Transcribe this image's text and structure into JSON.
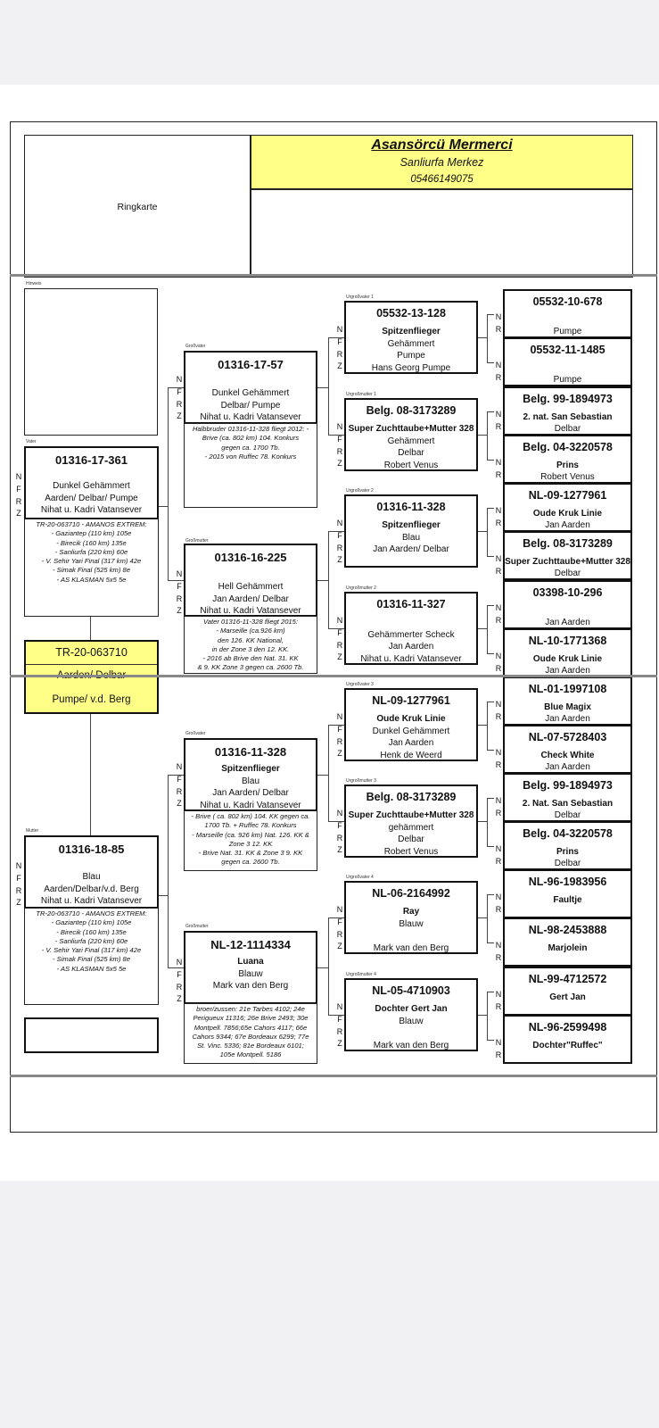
{
  "header": {
    "name": "Asansörcü Mermerci",
    "city": "Sanliurfa Merkez",
    "phone": "05466149075",
    "ringkarte": "Ringkarte"
  },
  "letters": {
    "n": "N",
    "f": "F",
    "r": "R",
    "z": "Z"
  },
  "tiny": {
    "hinweis": "Hinweis",
    "vater": "Vater",
    "mutter": "Mutter",
    "grossvater": "Großvater",
    "grossmutter": "Großmutter",
    "uv1": "Urgroßvater 1",
    "um1": "Urgroßmutter 1",
    "uv2": "Urgroßvater 2",
    "um2": "Urgroßmutter 2",
    "uv3": "Urgroßvater 3",
    "um3": "Urgroßmutter 3",
    "uv4": "Urgroßvater 4",
    "um4": "Urgroßmutter 4"
  },
  "bird": {
    "ring": "TR-20-063710",
    "line1": "Aarden/ Delbar",
    "line2": "Pumpe/ v.d. Berg"
  },
  "vater": {
    "ring": "01316-17-361",
    "lines": [
      "Dunkel Gehämmert",
      "Aarden/ Delbar/ Pumpe",
      "Nihat u. Kadri Vatansever"
    ],
    "notes": [
      "TR-20-063710 - AMANOS EXTREM:",
      "- Gaziantep (110 km) 105e",
      "- Birecik (160 km) 135e",
      "- Sanliurfa (220 km) 60e",
      "- V. Sehir Yari Final (317 km) 42e",
      "- Simak Final (525 km) 8e",
      "- AS KLASMAN 5x5 5e"
    ]
  },
  "mutter": {
    "ring": "01316-18-85",
    "lines": [
      "Blau",
      "Aarden/Delbar/v.d. Berg",
      "Nihat u. Kadri Vatansever"
    ],
    "notes": [
      "TR-20-063710 - AMANOS EXTREM:",
      "- Gaziantep (110 km) 105e",
      "- Birecik (160 km) 135e",
      "- Sanliurfa (220 km) 60e",
      "- V. Sehir Yari Final (317 km) 42e",
      "- Simak Final (525 km) 8e",
      "- AS KLASMAN 5x5 5e"
    ]
  },
  "gv1": {
    "ring": "01316-17-57",
    "lines": [
      "Dunkel Gehämmert",
      "Delbar/ Pumpe",
      "Nihat u. Kadri Vatansever"
    ],
    "notes": [
      "Halbbruder 01316-11-328 fliegt 2012: -",
      "Brive (ca. 802 km) 104. Konkurs",
      "gegen ca. 1700 Tb.",
      "- 2015 von Ruffec 78. Konkurs"
    ]
  },
  "gm1": {
    "ring": "01316-16-225",
    "lines": [
      "Hell Gehämmert",
      "Jan Aarden/ Delbar",
      "Nihat u. Kadri Vatansever"
    ],
    "notes": [
      "Vater 01316-11-328 fliegt 2015:",
      "- Marseille (ca.926 km)",
      "den 126. KK National,",
      "in der Zone 3 den 12. KK.",
      "- 2016 ab Brive den Nat. 31. KK",
      "& 9. KK Zone 3 gegen ca. 2600 Tb."
    ]
  },
  "gv2": {
    "ring": "01316-11-328",
    "lines": [
      "Spitzenflieger",
      "Blau",
      "Jan Aarden/ Delbar",
      "Nihat u. Kadri Vatansever"
    ],
    "notes": [
      "- Brive ( ca. 802 km) 104. KK gegen ca.",
      "1700 Tb. + Ruffec 78. Konkurs",
      "- Marseille (ca. 926 km) Nat. 126. KK &",
      "Zone 3 12. KK",
      "- Brive Nat. 31. KK & Zone 3 9. KK",
      "gegen ca. 2600 Tb."
    ]
  },
  "gm2": {
    "ring": "NL-12-1114334",
    "lines": [
      "Luana",
      "Blauw",
      "",
      "Mark van den Berg"
    ],
    "notes": [
      "broer/zussen: 21e Tarbes 4102; 24e",
      "Perigueux 11316; 26e Brive 2493; 30e",
      "Montpell. 7856;65e Cahors 4117; 66e",
      "Cahors 9344; 67e Bordeaux 6299; 77e",
      "St. Vinc. 5336; 81e Bordeaux 6101;",
      "105e Montpell. 5186"
    ]
  },
  "ug": [
    {
      "ring": "05532-13-128",
      "lines": [
        "Spitzenflieger",
        "Gehämmert",
        "Pumpe",
        "Hans Georg Pumpe"
      ]
    },
    {
      "ring": "Belg. 08-3173289",
      "lines": [
        "Super Zuchttaube+Mutter 328",
        "Gehämmert",
        "Delbar",
        "Robert Venus"
      ]
    },
    {
      "ring": "01316-11-328",
      "lines": [
        "Spitzenflieger",
        "Blau",
        "Jan Aarden/ Delbar",
        ""
      ]
    },
    {
      "ring": "01316-11-327",
      "lines": [
        "",
        "Gehämmerter Scheck",
        "Jan Aarden",
        "Nihat u. Kadri Vatansever"
      ]
    },
    {
      "ring": "NL-09-1277961",
      "lines": [
        "Oude Kruk Linie",
        "Dunkel Gehämmert",
        "Jan Aarden",
        "Henk de Weerd"
      ]
    },
    {
      "ring": "Belg. 08-3173289",
      "lines": [
        "Super Zuchttaube+Mutter 328",
        "gehämmert",
        "Delbar",
        "Robert Venus"
      ]
    },
    {
      "ring": "NL-06-2164992",
      "lines": [
        "Ray",
        "Blauw",
        "",
        "Mark van den Berg"
      ]
    },
    {
      "ring": "NL-05-4710903",
      "lines": [
        "Dochter Gert Jan",
        "Blauw",
        "",
        "Mark van den Berg"
      ]
    }
  ],
  "ggg": [
    {
      "ring": "05532-10-678",
      "a": "",
      "b": "Pumpe"
    },
    {
      "ring": "05532-11-1485",
      "a": "",
      "b": "Pumpe"
    },
    {
      "ring": "Belg. 99-1894973",
      "a": "2. nat. San Sebastian",
      "b": "Delbar"
    },
    {
      "ring": "Belg. 04-3220578",
      "a": "Prins",
      "b": "Robert Venus"
    },
    {
      "ring": "NL-09-1277961",
      "a": "Oude Kruk Linie",
      "b": "Jan Aarden"
    },
    {
      "ring": "Belg. 08-3173289",
      "a": "Super Zuchttaube+Mutter 328",
      "b": "Delbar"
    },
    {
      "ring": "03398-10-296",
      "a": "",
      "b": "Jan Aarden"
    },
    {
      "ring": "NL-10-1771368",
      "a": "Oude Kruk Linie",
      "b": "Jan Aarden"
    },
    {
      "ring": "NL-01-1997108",
      "a": "Blue Magix",
      "b": "Jan Aarden"
    },
    {
      "ring": "NL-07-5728403",
      "a": "Check White",
      "b": "Jan Aarden"
    },
    {
      "ring": "Belg. 99-1894973",
      "a": "2. Nat. San Sebastian",
      "b": "Delbar"
    },
    {
      "ring": "Belg. 04-3220578",
      "a": "Prins",
      "b": "Delbar"
    },
    {
      "ring": "NL-96-1983956",
      "a": "Faultje",
      "b": ""
    },
    {
      "ring": "NL-98-2453888",
      "a": "Marjolein",
      "b": ""
    },
    {
      "ring": "NL-99-4712572",
      "a": "Gert Jan",
      "b": ""
    },
    {
      "ring": "NL-96-2599498",
      "a": "Dochter\"Ruffec\"",
      "b": ""
    }
  ]
}
